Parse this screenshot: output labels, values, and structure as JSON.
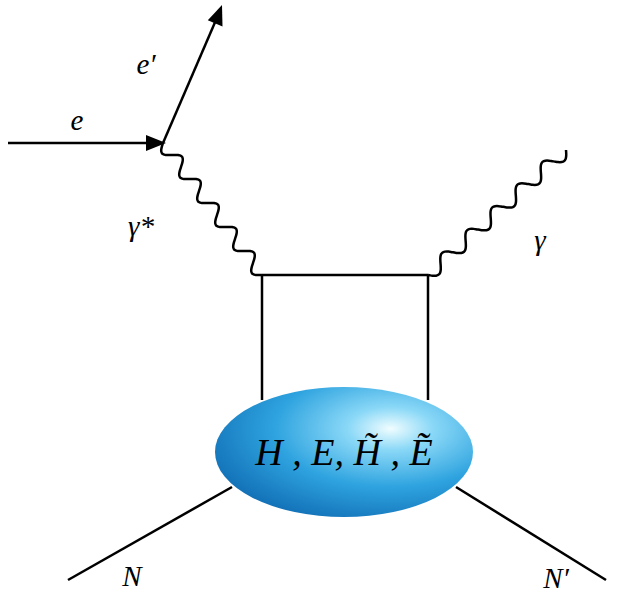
{
  "diagram": {
    "nodes": [
      {
        "text": [
          "H , E, H̃ , Ẽ"
        ]
      }
    ],
    "labels": [
      "e",
      "e′",
      "γ*",
      "γ",
      "N",
      "N′"
    ]
  }
}
